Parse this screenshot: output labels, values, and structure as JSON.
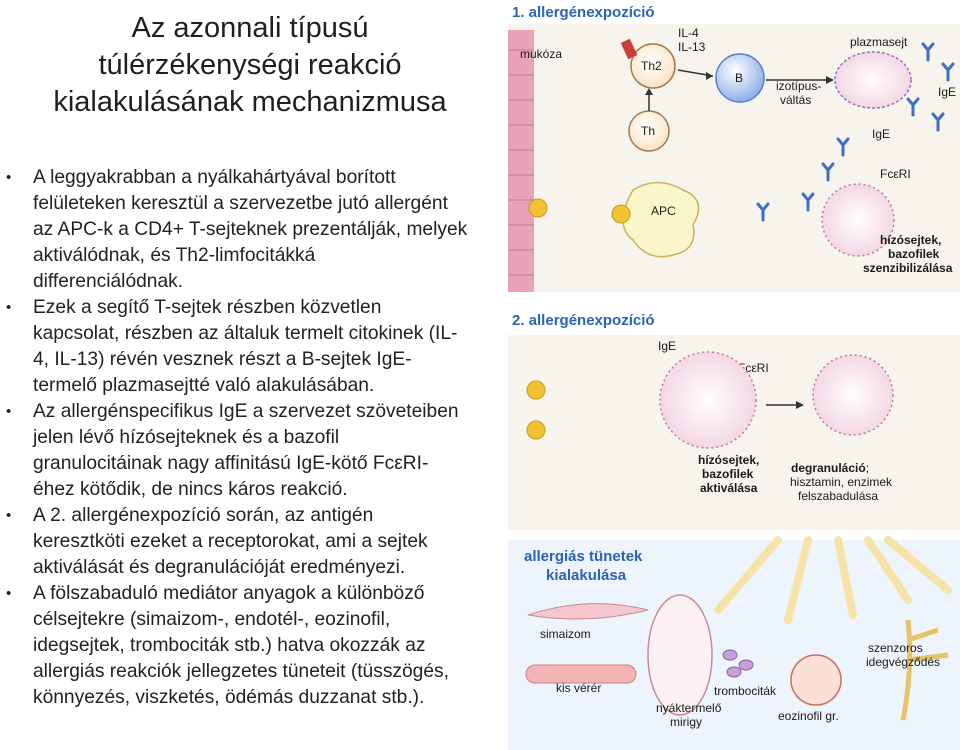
{
  "title": {
    "lines": [
      "Az azonnali típusú",
      "túlérzékenységi reakció",
      "kialakulásának mechanizmusa"
    ]
  },
  "bullets": [
    {
      "lines": [
        "A leggyakrabban a nyálkahártyával borított",
        "felületeken keresztül a szervezetbe jutó allergént",
        "az APC-k a CD4+ T-sejteknek prezentálják, melyek",
        "aktiválódnak, és Th2-limfocitákká",
        "differenciálódnak."
      ]
    },
    {
      "lines": [
        "Ezek a segítő T-sejtek részben közvetlen",
        "kapcsolat, részben az általuk termelt citokinek (IL-",
        "4, IL-13) révén vesznek részt a B-sejtek IgE-",
        "termelő plazmasejtté való alakulásában."
      ]
    },
    {
      "lines": [
        "Az allergénspecifikus IgE a szervezet szöveteiben",
        "jelen lévő hízósejteknek és a bazofil",
        "granulocitáinak nagy affinitású IgE-kötő FcεRI-",
        "éhez kötődik, de nincs káros reakció."
      ]
    },
    {
      "lines": [
        "A 2. allergénexpozíció során, az antigén",
        "keresztköti ezeket a receptorokat, ami a sejtek",
        "aktiválását és degranulációját eredményezi."
      ]
    },
    {
      "lines": [
        "A fölszabaduló mediátor anyagok a különböző",
        "célsejtekre (simaizom-, endotél-, eozinofil,",
        "idegsejtek, trombociták stb.) hatva okozzák az",
        "allergiás reakciók jellegzetes tüneteit (tüsszögés,",
        "könnyezés, viszketés, ödémás duzzanat stb.)."
      ]
    }
  ],
  "figure": {
    "section1_title": "1. allergénexpozíció",
    "section2_title": "2. allergénexpozíció",
    "section3_title_lines": [
      "allergiás tünetek",
      "kialakulása"
    ],
    "labels": {
      "mukoza": "mukóza",
      "th2": "Th2",
      "th": "Th",
      "il4": "IL-4",
      "il13": "IL-13",
      "b": "B",
      "izotipus_lines": [
        "izotípus-",
        "váltás"
      ],
      "plazmasejt": "plazmasejt",
      "ige_right": "IgE",
      "ige_lower": "IgE",
      "apc": "APC",
      "fceri_1": "FcεRI",
      "hizosejtek_szenz_lines": [
        "hízósejtek,",
        "bazofilek",
        "szenzibilizálása"
      ],
      "ige_2": "IgE",
      "fceri_2": "FcεRI",
      "hizosejtek_akt_lines": [
        "hízósejtek,",
        "bazofilek",
        "aktiválása"
      ],
      "degranulacio_word": "degranuláció",
      "degranulacio_rest": ";",
      "degranulacio_lines": [
        "hisztamin, enzimek",
        "felszabadulása"
      ],
      "simaizom": "simaizom",
      "kis_ver": "kis vérér",
      "trombocitak": "trombociták",
      "nyaktermelo_lines": [
        "nyáktermelő",
        "mirigy"
      ],
      "eozinofil": "eozinofil gr.",
      "szenzoros_lines": [
        "szenzoros",
        "idegvégződés"
      ]
    },
    "colors": {
      "header_blue": "#2a64b6",
      "membrane_pink": "#e9a3b8",
      "cell_blue": "#6c8fd8",
      "ab_blue": "#3f6fc4",
      "allergen_yellow": "#f1c232",
      "receptor_red": "#d23b3b",
      "section_bg": "#eef4fb"
    }
  }
}
